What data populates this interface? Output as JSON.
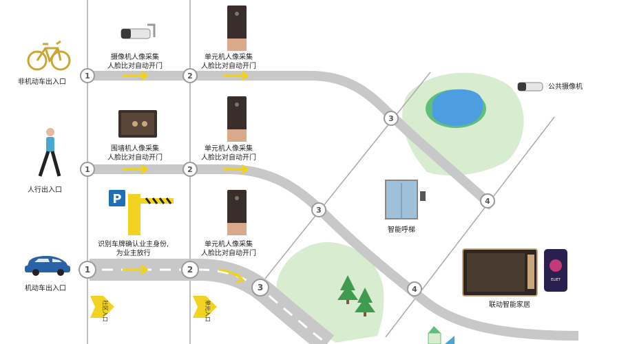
{
  "entrances": {
    "bike": "非机动车出入口",
    "pedestrian": "人行出入口",
    "vehicle": "机动车出入口"
  },
  "captions": {
    "camera_collect_1": "摄像机人像采集",
    "camera_collect_2": "人脸比对自动开门",
    "unit_top_1": "单元机人像采集",
    "unit_top_2": "人脸比对自动开门",
    "wall_1": "围墙机人像采集",
    "wall_2": "人脸比对自动开门",
    "unit_mid_1": "单元机人像采集",
    "unit_mid_2": "人脸比对自动开门",
    "plate_1": "识别车牌确认业主身份,",
    "plate_2": "为业主放行",
    "unit_bot_1": "单元机人像采集",
    "unit_bot_2": "人脸比对自动开门",
    "public_camera": "公共摄像机",
    "elevator": "智能呼梯",
    "smart_home": "联动智能家居"
  },
  "gate_signs": {
    "community": "社区入口",
    "unit": "单元入口"
  },
  "nodes": {
    "n1": "1",
    "n2": "2",
    "n3": "3",
    "n4": "4"
  },
  "devices": {
    "phone_brand": "ELIET"
  },
  "colors": {
    "road": "#c8c8c8",
    "lane_line": "#aaaaaa",
    "arrow": "#f2d30f",
    "sign": "#f3d321",
    "grass": "#d8ecd0",
    "lake": "#4d9ee0",
    "parking": "#1c6fb8",
    "car": "#2a62a6",
    "bike": "#c9a733"
  }
}
